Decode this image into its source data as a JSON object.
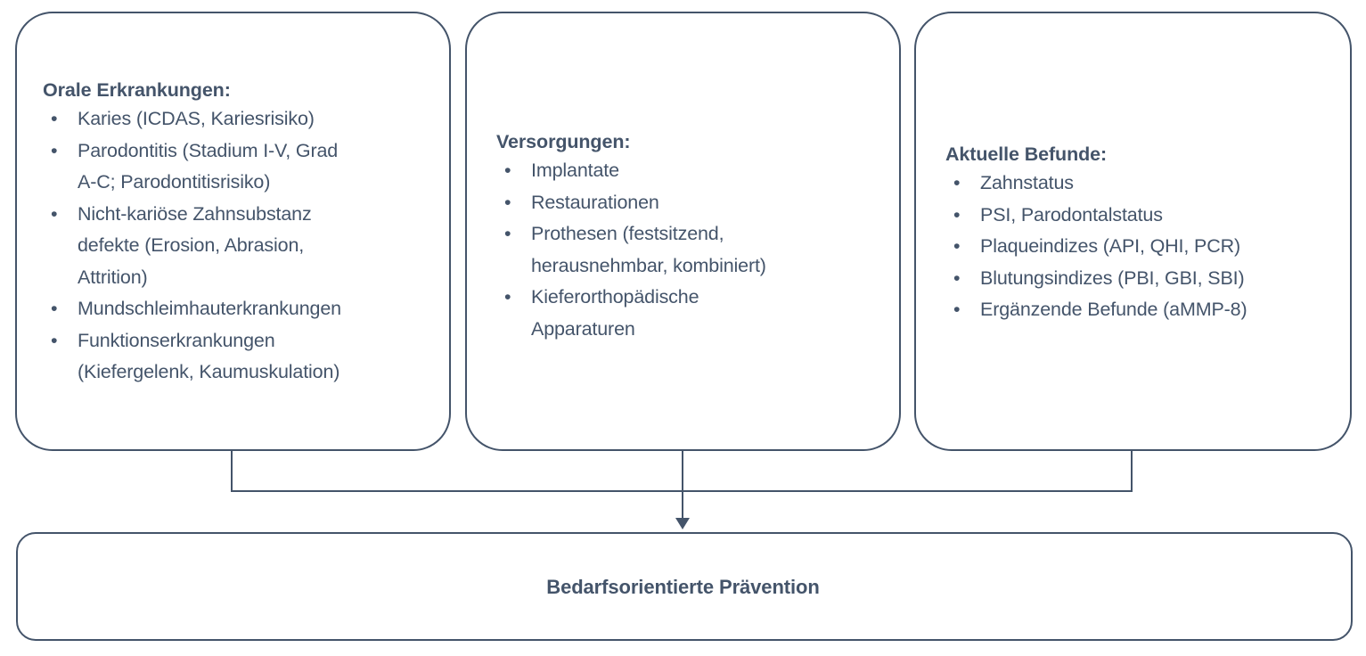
{
  "diagram": {
    "title_text": "Bedarfsorientierte Prävention",
    "accent_color": "#44546A",
    "background_color": "#FFFFFF",
    "boxes": [
      {
        "id": "orale-erkrankungen",
        "heading": "Orale Erkrankungen:",
        "items": [
          "Karies (ICDAS, Kariesrisiko)",
          "Parodontitis (Stadium I-V, Grad A-C; Parodontitisrisiko)",
          "Nicht-kariöse Zahnsubstanz defekte (Erosion, Abrasion, Attrition)",
          "Mundschleimhauterkrankungen",
          "Funktionserkrankungen (Kiefergelenk, Kaumuskulation)"
        ],
        "lines": [
          "Karies (ICDAS, Kariesrisiko)",
          "Parodontitis (Stadium I-V, Grad",
          "A-C; Parodontitisrisiko)",
          "Nicht-kariöse Zahnsubstanz",
          "defekte (Erosion, Abrasion,",
          "Attrition)",
          "Mundschleimhauterkrankungen",
          "Funktionserkrankungen",
          "(Kiefergelenk, Kaumuskulation)"
        ]
      },
      {
        "id": "versorgungen",
        "heading": "Versorgungen:",
        "items": [
          "Implantate",
          "Restaurationen",
          "Prothesen (festsitzend, herausnehmbar, kombiniert)",
          "Kieferorthopädische Apparaturen"
        ],
        "lines": [
          "Implantate",
          "Restaurationen",
          "Prothesen (festsitzend,",
          "herausnehmbar, kombiniert)",
          "Kieferorthopädische",
          "Apparaturen"
        ]
      },
      {
        "id": "aktuelle-befunde",
        "heading": "Aktuelle Befunde:",
        "items": [
          "Zahnstatus",
          "PSI, Parodontalstatus",
          "Plaqueindizes (API, QHI, PCR)",
          "Blutungsindizes (PBI, GBI, SBI)",
          "Ergänzende Befunde (aMMP-8)"
        ],
        "lines": [
          "Zahnstatus",
          "PSI, Parodontalstatus",
          "Plaqueindizes (API, QHI, PCR)",
          "Blutungsindizes (PBI, GBI, SBI)",
          "Ergänzende Befunde (aMMP-8)"
        ]
      }
    ],
    "bullet_glyph": "•"
  }
}
